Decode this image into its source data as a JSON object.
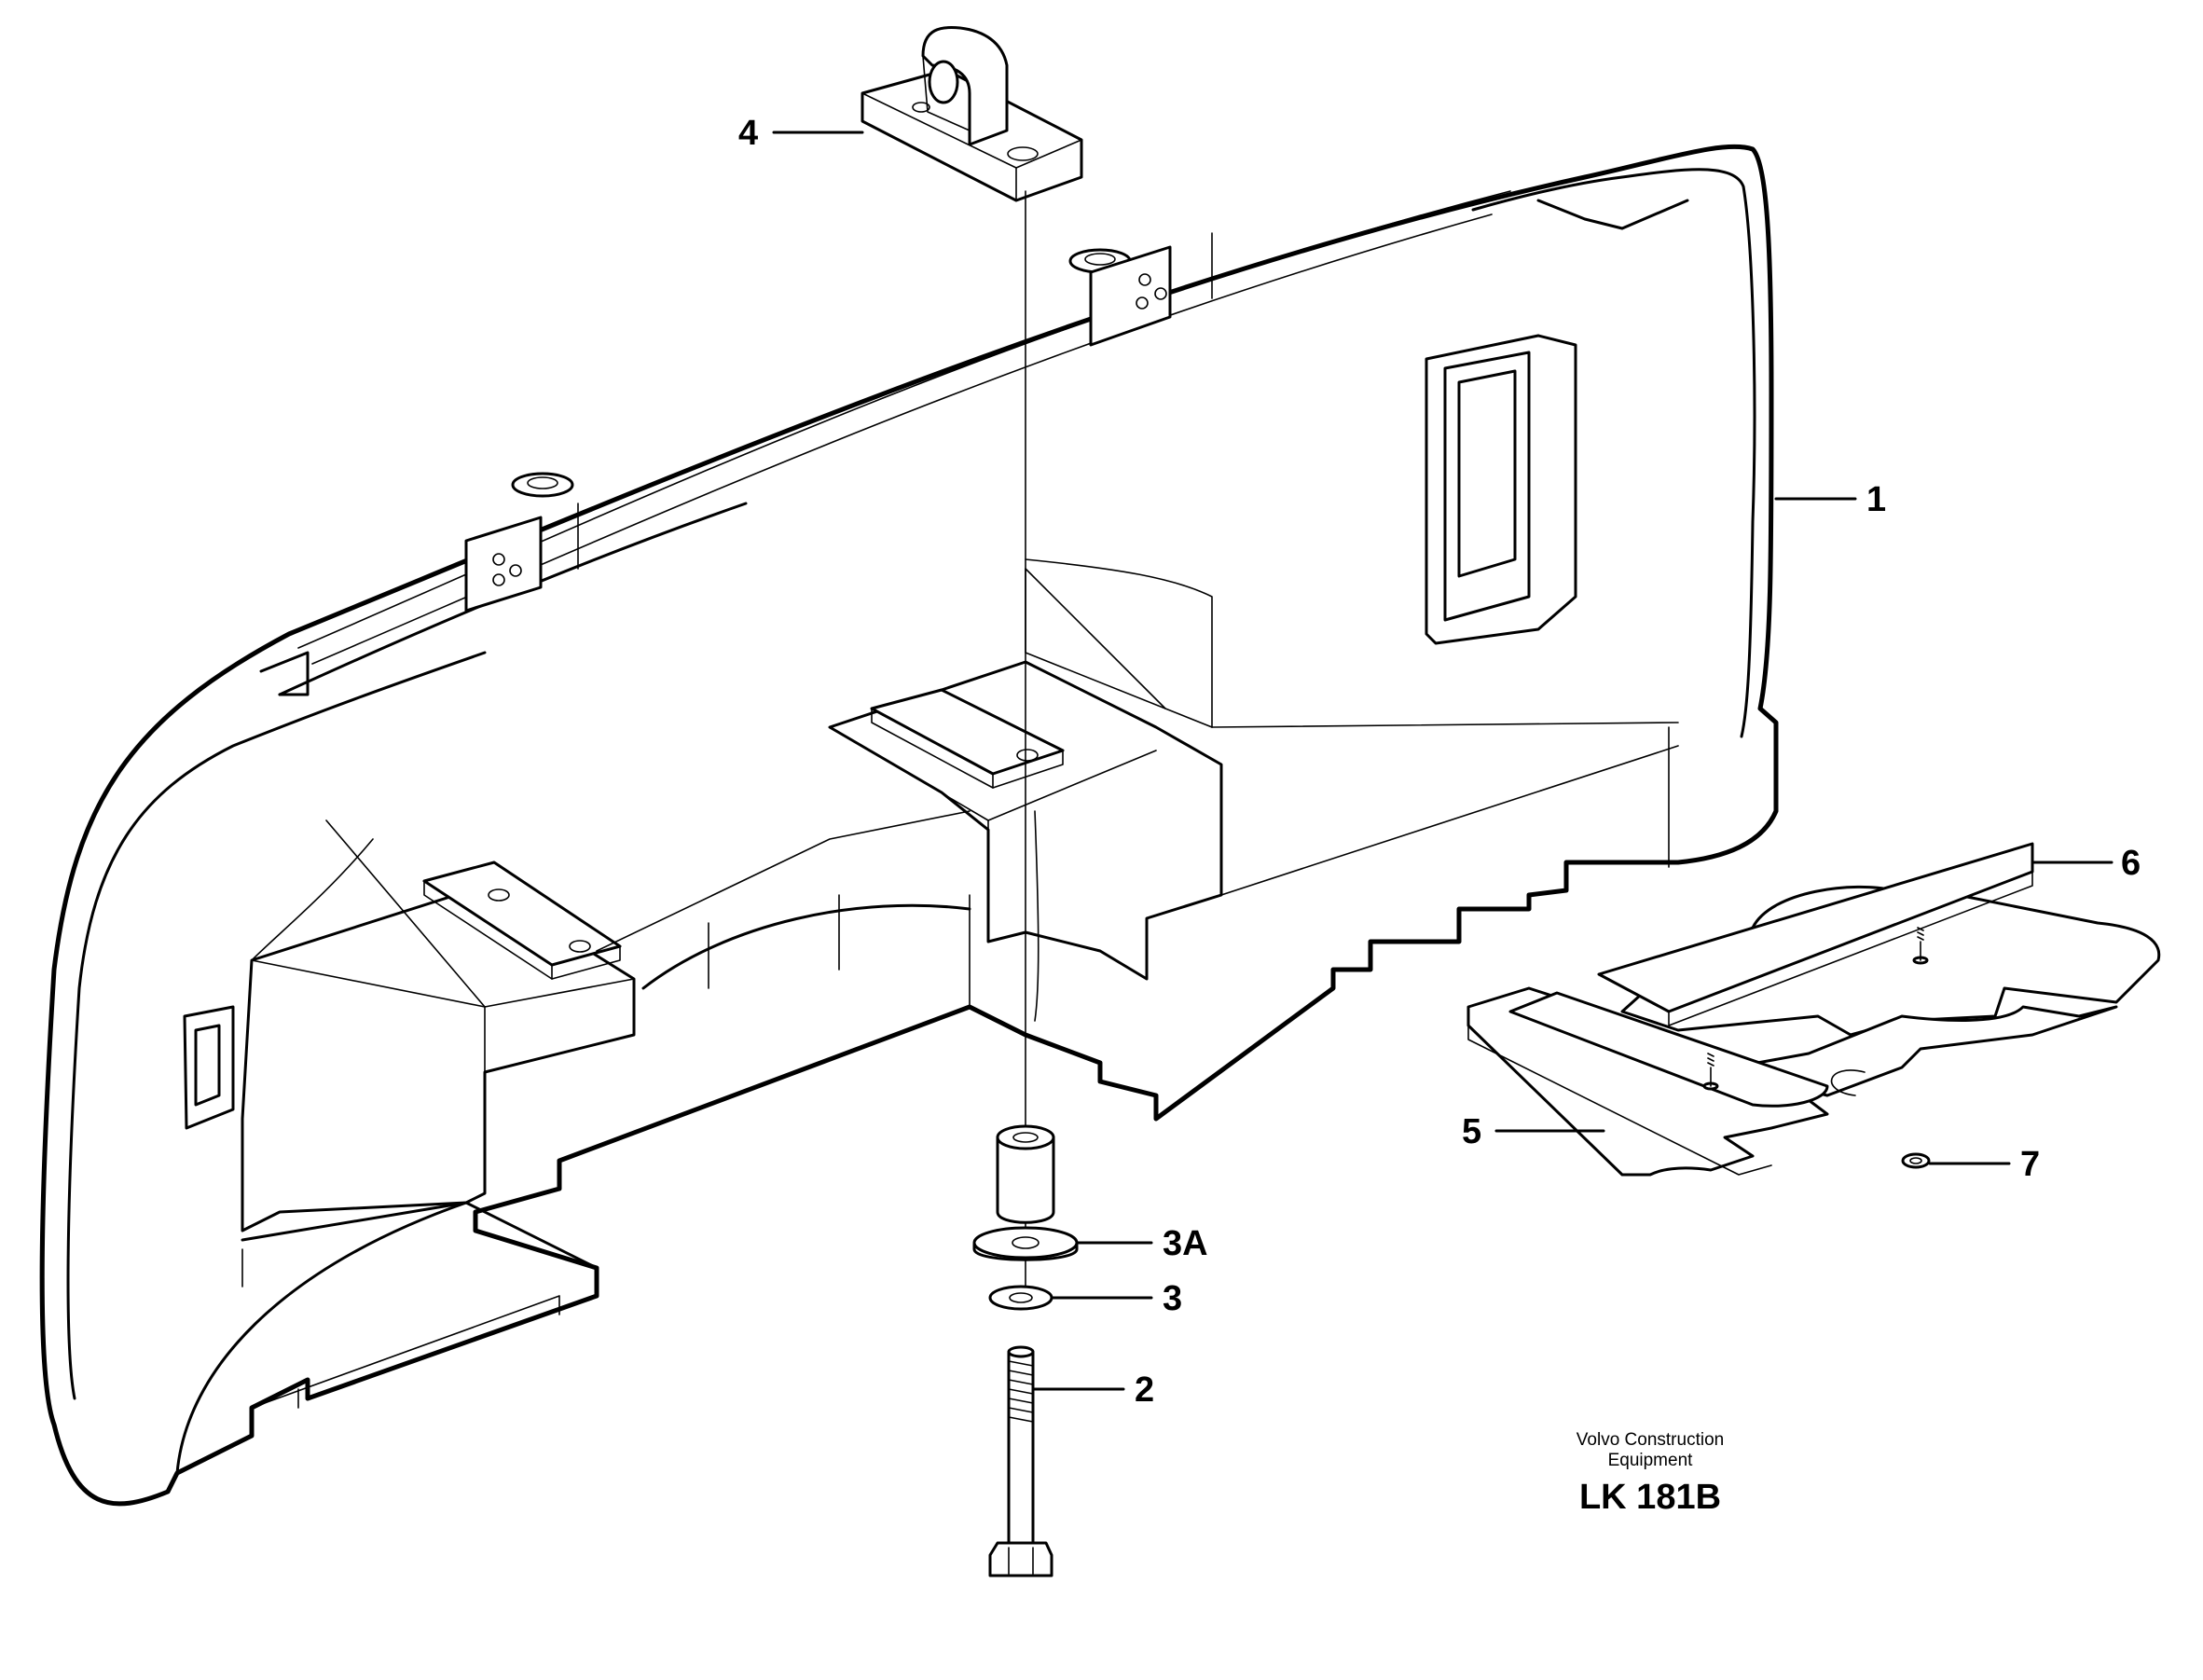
{
  "diagram": {
    "callouts": {
      "c1": "1",
      "c2": "2",
      "c3": "3",
      "c3a": "3A",
      "c4": "4",
      "c5": "5",
      "c6": "6",
      "c7": "7"
    },
    "credit_line1": "Volvo Construction",
    "credit_line2": "Equipment",
    "figure_code": "LK 181B"
  }
}
